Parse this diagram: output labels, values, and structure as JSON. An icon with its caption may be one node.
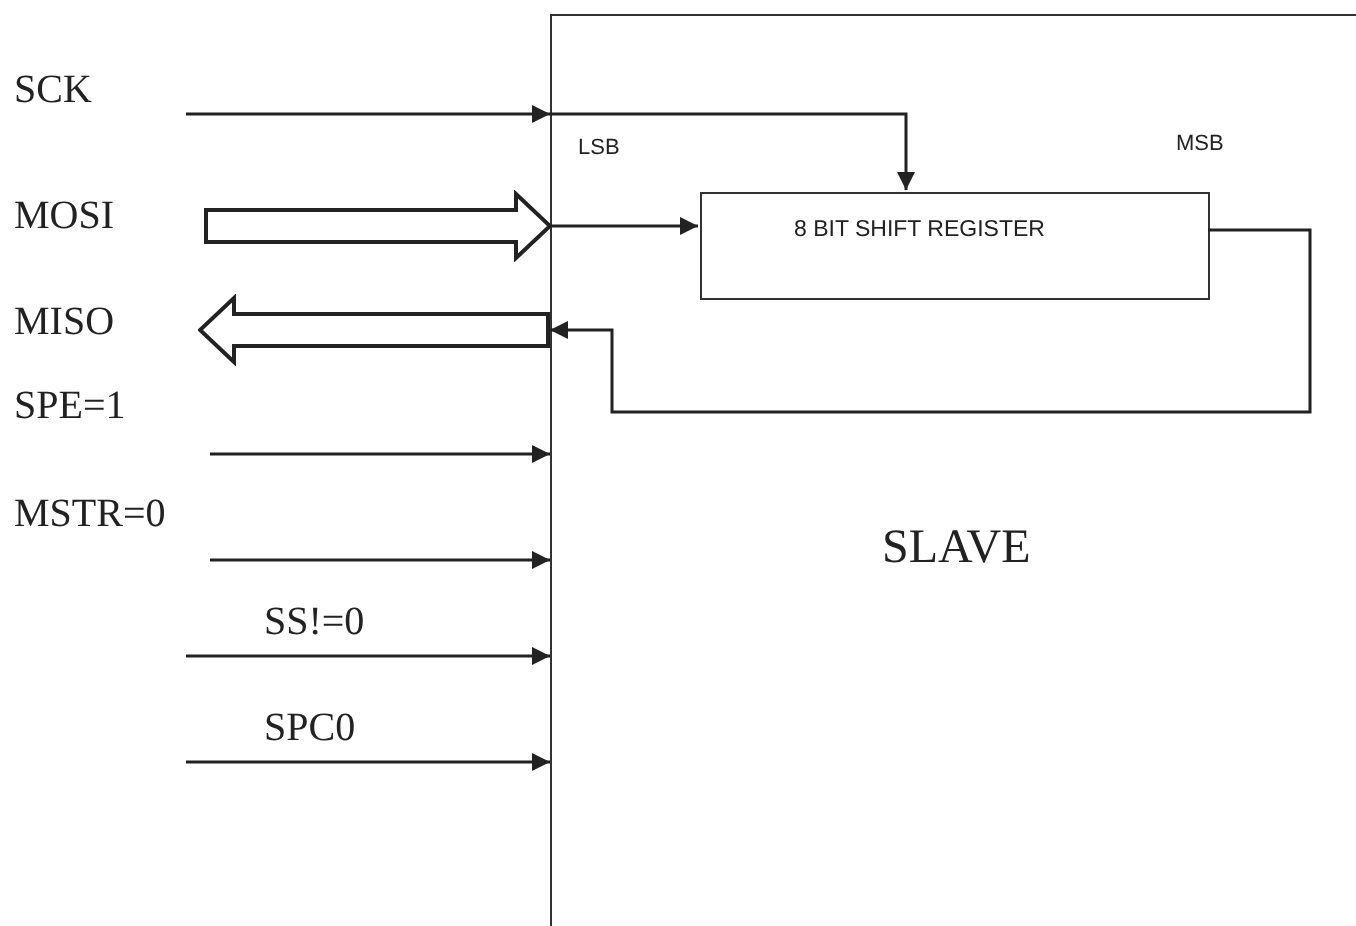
{
  "diagram": {
    "nodes": [
      {
        "text": [
          "SLAVE"
        ]
      },
      {
        "text": [
          "8 BIT SHIFT REGISTER"
        ],
        "in": 0
      }
    ],
    "edges": [
      {
        "from": null,
        "to": 0,
        "arrow": "to",
        "label": "SCK"
      },
      {
        "from": null,
        "to": 0,
        "arrow": "to",
        "label": "MOSI",
        "style": "thick"
      },
      {
        "from": 0,
        "to": null,
        "arrow": "to",
        "label": "MISO",
        "style": "thick"
      },
      {
        "from": null,
        "to": 0,
        "arrow": "to",
        "label": "SPE=1"
      },
      {
        "from": null,
        "to": 0,
        "arrow": "to",
        "label": "MSTR=0"
      },
      {
        "from": null,
        "to": 0,
        "arrow": "to",
        "label": "SS!=0"
      },
      {
        "from": null,
        "to": 0,
        "arrow": "to",
        "label": "SPC0"
      },
      {
        "from": 0,
        "to": 1,
        "arrow": "to"
      },
      {
        "from": 0,
        "to": 1,
        "arrow": "to"
      },
      {
        "from": 1,
        "to": 0,
        "arrow": "to"
      }
    ],
    "labels": [
      "LSB",
      "MSB"
    ]
  }
}
